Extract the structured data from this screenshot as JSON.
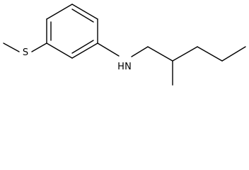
{
  "molecule": {
    "atoms": {
      "sulfur": {
        "label": "S"
      },
      "nitrogen": {
        "label": "N"
      },
      "hydrogen": {
        "label": "H"
      }
    }
  },
  "colors": {
    "bond": "#000000",
    "label": "#000000",
    "background": "#ffffff"
  }
}
